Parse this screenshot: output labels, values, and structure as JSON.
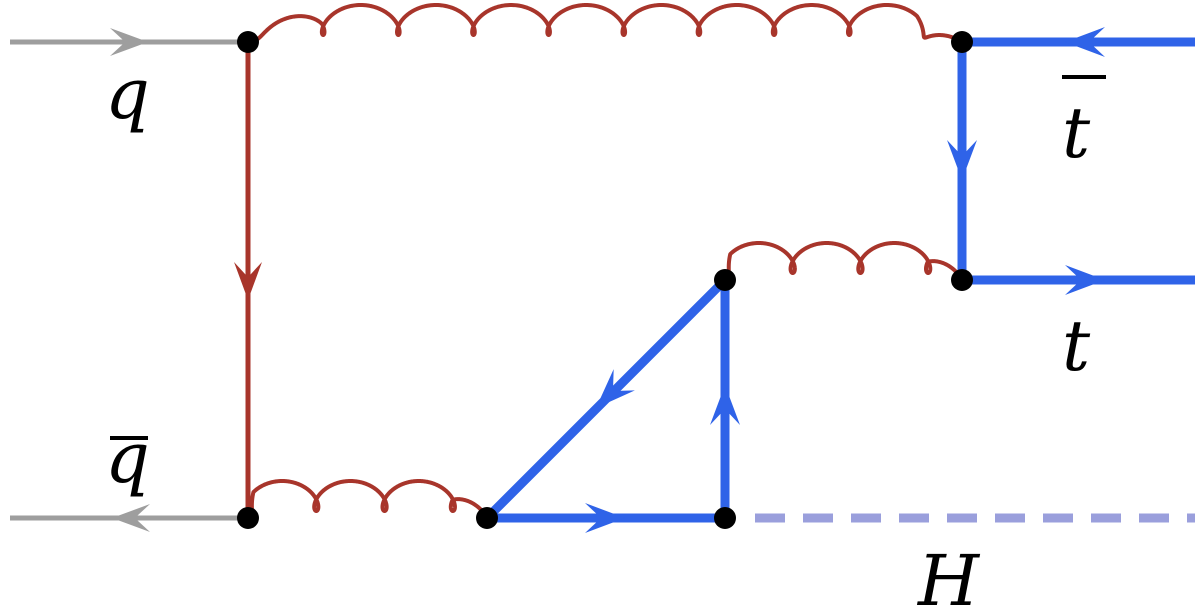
{
  "colors": {
    "external_quark": "#9e9e9e",
    "internal_quark": "#a8352b",
    "gluon": "#a8352b",
    "top": "#2f63e8",
    "higgs": "#9a9fdc",
    "vertex": "#000000"
  },
  "labels": {
    "q": "q",
    "qbar": "q",
    "tbar": "t",
    "t": "t",
    "H": "H"
  }
}
